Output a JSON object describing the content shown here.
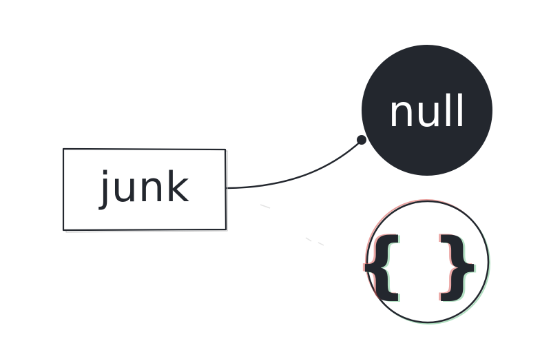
{
  "diagram": {
    "nodes": {
      "junk": {
        "label": "junk",
        "shape": "rectangle"
      },
      "null": {
        "label": "null",
        "shape": "filled-circle"
      },
      "object": {
        "label": "{ }",
        "shape": "outlined-circle"
      }
    },
    "edges": [
      {
        "from": "junk",
        "to": "null"
      }
    ],
    "colors": {
      "ink": "#23272e",
      "background": "#ffffff",
      "null_text": "#ffffff",
      "fringe_red": "#d9534f",
      "fringe_green": "#6cc48a"
    }
  }
}
